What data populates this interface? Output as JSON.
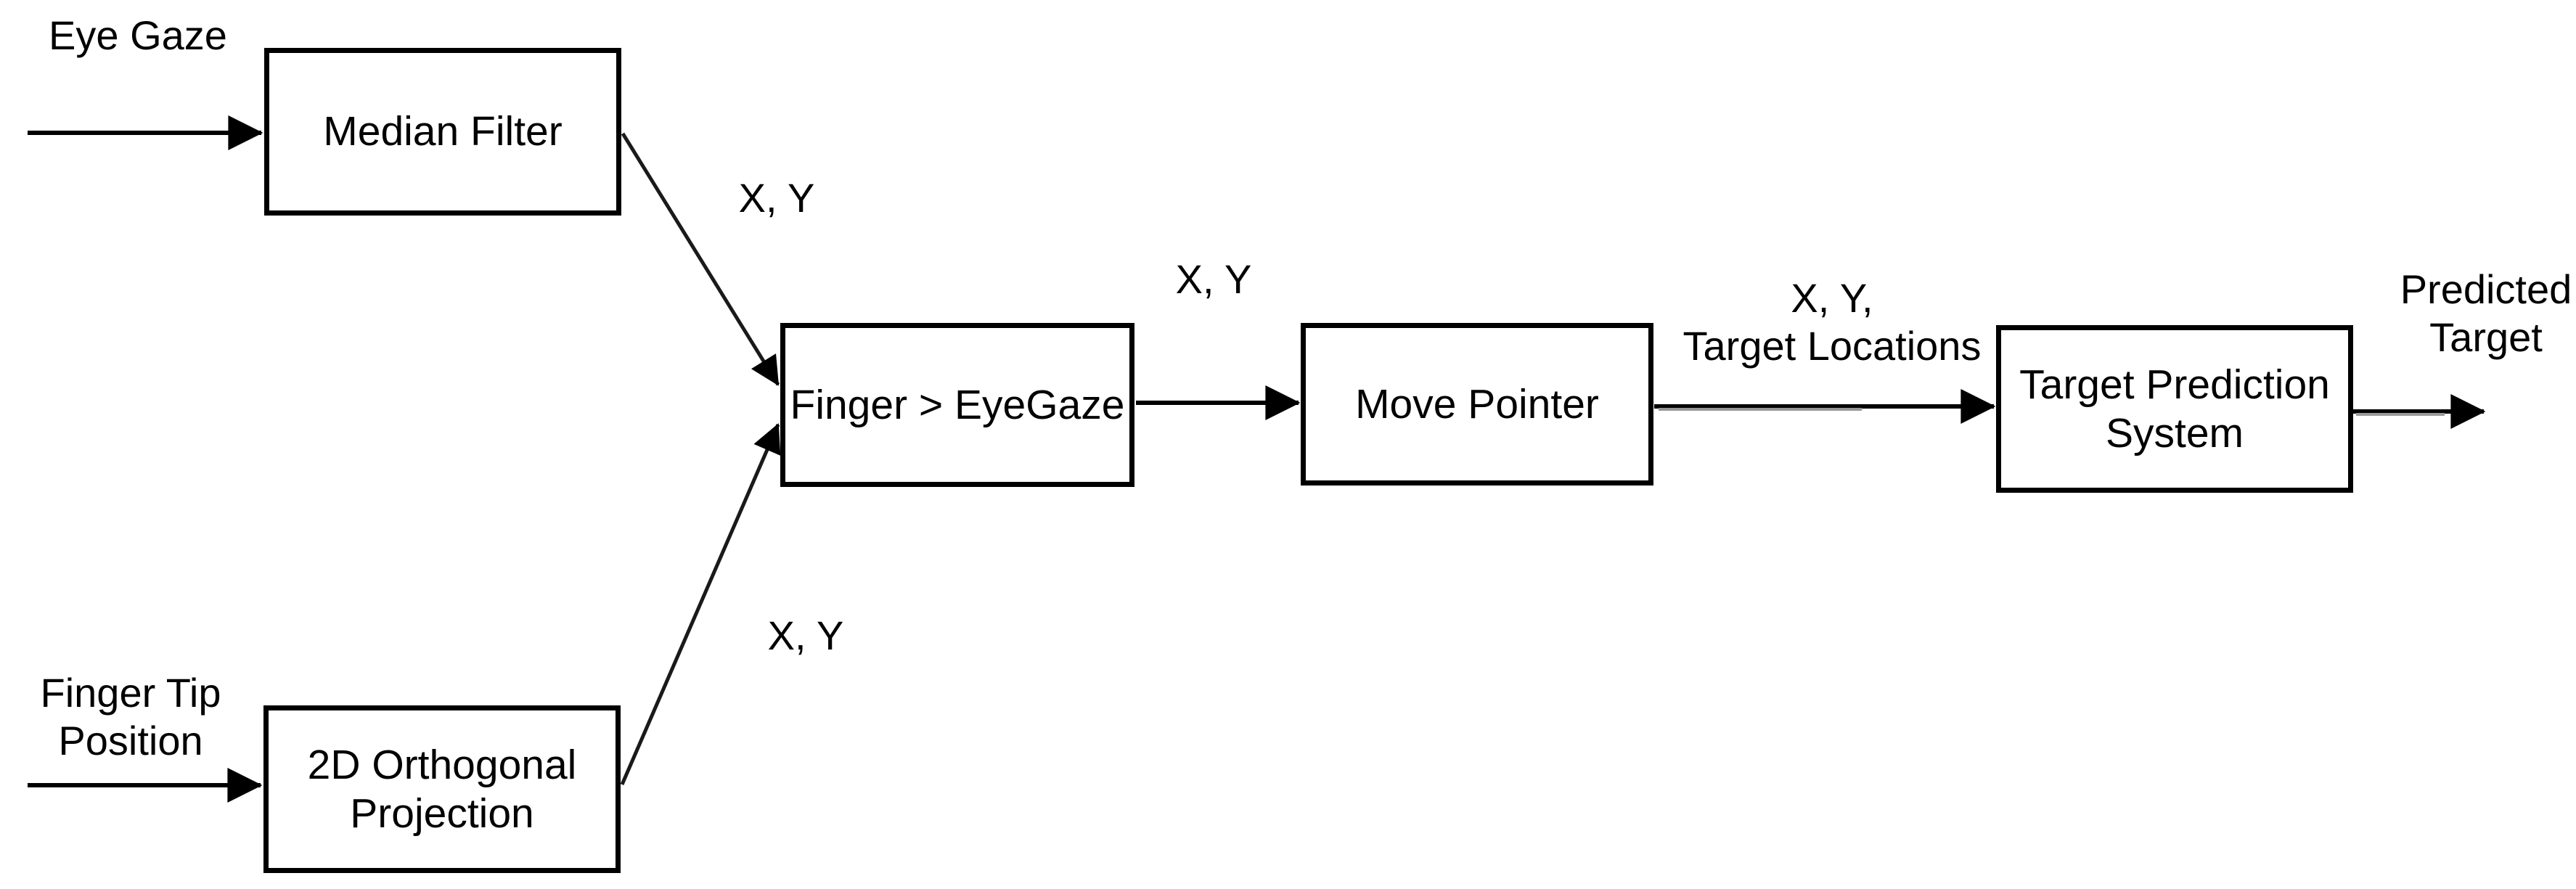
{
  "diagram": {
    "background_color": "#ffffff",
    "line_color": "#000000",
    "text_color": "#000000",
    "nodes": [
      {
        "id": "median-filter",
        "label": "Median Filter"
      },
      {
        "id": "orthogonal-projection",
        "label": "2D Orthogonal\nProjection"
      },
      {
        "id": "finger-eyegaze",
        "label": "Finger > EyeGaze"
      },
      {
        "id": "move-pointer",
        "label": "Move Pointer"
      },
      {
        "id": "target-prediction",
        "label": "Target Prediction\nSystem"
      }
    ],
    "input_labels": [
      {
        "id": "eye-gaze",
        "text": "Eye Gaze"
      },
      {
        "id": "finger-tip-position",
        "text": "Finger Tip\nPosition"
      }
    ],
    "output_label": {
      "id": "predicted-target",
      "text": "Predicted\nTarget"
    },
    "edge_labels": [
      {
        "id": "xy-from-median-filter",
        "text": "X, Y"
      },
      {
        "id": "xy-from-projection",
        "text": "X, Y"
      },
      {
        "id": "xy-to-move-pointer",
        "text": "X, Y"
      },
      {
        "id": "xy-target-locations",
        "text": "X, Y,\nTarget Locations"
      }
    ]
  }
}
